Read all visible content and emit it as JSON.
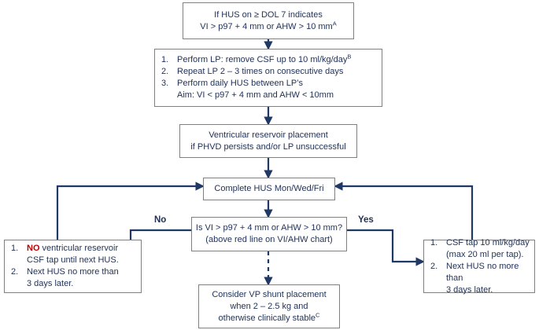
{
  "diagram": {
    "title": "Post-haemorrhagic ventricular dilatation management flowchart",
    "colors": {
      "text": "#1f3057",
      "box_border": "#808080",
      "connector": "#1f3864",
      "accent_red": "#c00000"
    },
    "nodes": {
      "indication": {
        "lines": [
          "If HUS on ≥ DOL 7 indicates",
          "VI > p97 + 4 mm or AHW > 10 mm"
        ],
        "superscript": "A"
      },
      "lp_protocol": {
        "items": [
          {
            "num": "1.",
            "text": "Perform LP: remove CSF up to 10 ml/kg/day",
            "superscript": "B"
          },
          {
            "num": "2.",
            "text": "Repeat LP 2 – 3 times on consecutive days"
          },
          {
            "num": "3.",
            "text": "Perform daily HUS between LP’s"
          }
        ],
        "subline": "Aim: VI < p97 + 4 mm and AHW < 10mm"
      },
      "reservoir": {
        "lines": [
          "Ventricular reservoir placement",
          "if PHVD persists and/or LP unsuccessful"
        ]
      },
      "monitor": {
        "lines": [
          "Complete HUS Mon/Wed/Fri"
        ]
      },
      "decision": {
        "lines": [
          "Is VI > p97 + 4 mm or AHW > 10 mm?",
          "(above red line on VI/AHW chart)"
        ]
      },
      "no_branch": {
        "items": [
          {
            "num": "1.",
            "emph": "NO",
            "text": " ventricular reservoir",
            "cont": "CSF tap until next HUS."
          },
          {
            "num": "2.",
            "text": "Next HUS no more than",
            "cont": "3 days later."
          }
        ]
      },
      "yes_branch": {
        "items": [
          {
            "num": "1.",
            "text": "CSF tap 10 ml/kg/day",
            "cont": "(max 20 ml per tap)."
          },
          {
            "num": "2.",
            "text": "Next HUS no more than",
            "cont": "3 days later."
          }
        ]
      },
      "shunt": {
        "lines": [
          "Consider VP shunt placement",
          "when 2 – 2.5 kg and",
          "otherwise clinically stable"
        ],
        "superscript": "C"
      }
    },
    "edge_labels": {
      "no": "No",
      "yes": "Yes"
    }
  }
}
